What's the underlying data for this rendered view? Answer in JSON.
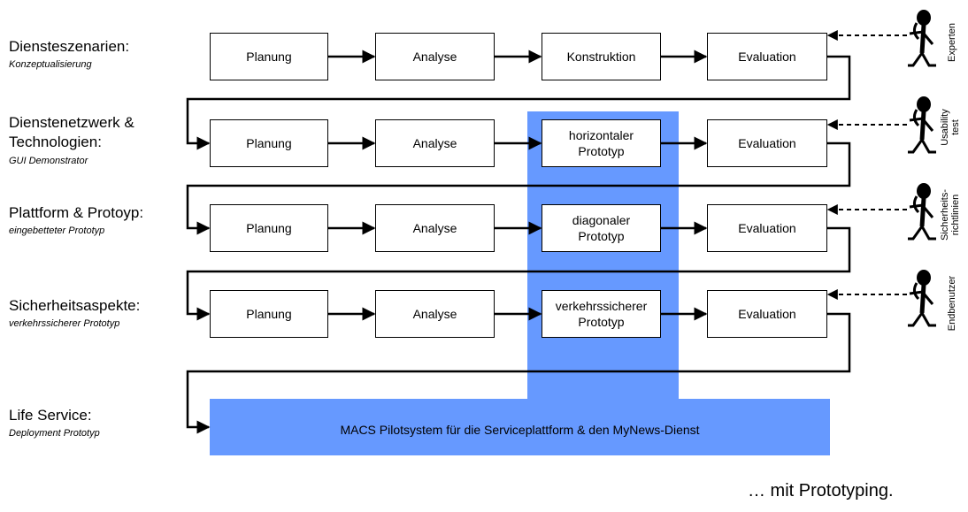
{
  "phases": [
    {
      "title": "Diensteszenarien:",
      "subtitle": "Konzeptualisierung",
      "steps": [
        "Planung",
        "Analyse",
        "Konstruktion",
        "Evaluation"
      ],
      "role": "Experten"
    },
    {
      "title": "Dienstenetzwerk &\nTechnologien:",
      "subtitle": "GUI Demonstrator",
      "steps": [
        "Planung",
        "Analyse",
        "horizontaler\nPrototyp",
        "Evaluation"
      ],
      "role": "Usability\ntest"
    },
    {
      "title": "Plattform & Protoyp:",
      "subtitle": "eingebetteter Prototyp",
      "steps": [
        "Planung",
        "Analyse",
        "diagonaler\nPrototyp",
        "Evaluation"
      ],
      "role": "Sicherheits-\nrichtlinien"
    },
    {
      "title": "Sicherheitsaspekte:",
      "subtitle": "verkehrssicherer Prototyp",
      "steps": [
        "Planung",
        "Analyse",
        "verkehrssicherer\nPrototyp",
        "Evaluation"
      ],
      "role": "Endbenutzer"
    },
    {
      "title": "Life Service:",
      "subtitle": "Deployment Prototyp"
    }
  ],
  "pilot_system": "MACS Pilotsystem für die Serviceplattform & den MyNews-Dienst",
  "footer": "… mit Prototyping.",
  "colors": {
    "highlight": "#6699ff",
    "line": "#000000",
    "box_fill": "#ffffff"
  },
  "icons": {
    "stakeholder": "stick-figure-icon"
  }
}
